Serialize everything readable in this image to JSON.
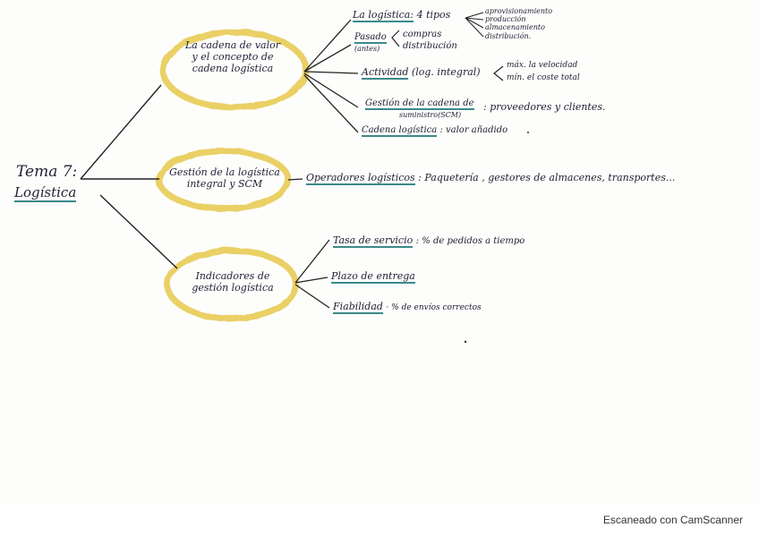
{
  "root": {
    "line1": "Tema 7:",
    "line2": "Logística"
  },
  "nodes": {
    "cadena": {
      "line1": "La cadena de valor",
      "line2": "y el concepto de",
      "line3": "cadena logística"
    },
    "gestion": {
      "line1": "Gestión de la logística",
      "line2": "integral y SCM"
    },
    "indicadores": {
      "line1": "Indicadores de",
      "line2": "gestión logística"
    }
  },
  "branches": {
    "logistica_head": "La logística:",
    "logistica_tail": "4 tipos",
    "tipos": [
      "aprovisionamiento",
      "producción",
      "almacenamiento",
      "distribución."
    ],
    "pasado_l1": "Pasado",
    "pasado_l2": "(antes)",
    "compras_l1": "compras",
    "compras_l2": "distribución",
    "actividad_head": "Actividad",
    "actividad_tail": "(log. integral)",
    "max": "máx. la velocidad",
    "min": "mín. el coste total",
    "gestion_l1": "Gestión de la cadena de",
    "gestion_l2": "suministro(SCM)",
    "gestion_tail": ": proveedores y clientes.",
    "cadena_head": "Cadena logística",
    "cadena_tail": ": valor añadido",
    "operadores_head": "Operadores logísticos",
    "operadores_tail": ": Paquetería , gestores de almacenes, transportes...",
    "tasa_head": "Tasa de servicio",
    "tasa_tail": ": % de pedidos a tiempo",
    "plazo_head": "Plazo de entrega",
    "fiabilidad_head": "Fiabilidad",
    "fiabilidad_tail": "· % de envíos correctos"
  },
  "footer": "Escaneado con CamScanner"
}
